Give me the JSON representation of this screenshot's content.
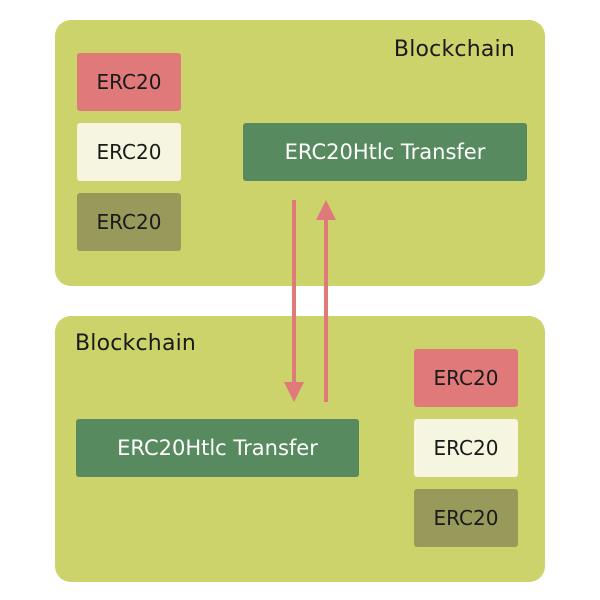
{
  "top_block": {
    "title": "Blockchain",
    "tokens": [
      "ERC20",
      "ERC20",
      "ERC20"
    ],
    "transfer_label": "ERC20Htlc Transfer"
  },
  "bottom_block": {
    "title": "Blockchain",
    "tokens": [
      "ERC20",
      "ERC20",
      "ERC20"
    ],
    "transfer_label": "ERC20Htlc Transfer"
  },
  "colors": {
    "panel": "#cbd36a",
    "token_red": "#e07a7a",
    "token_cream": "#f5f5e0",
    "token_olive": "#989a5c",
    "transfer_box": "#578a5e",
    "arrow": "#e07a7a"
  },
  "arrows": [
    "down-arrow",
    "up-arrow"
  ]
}
